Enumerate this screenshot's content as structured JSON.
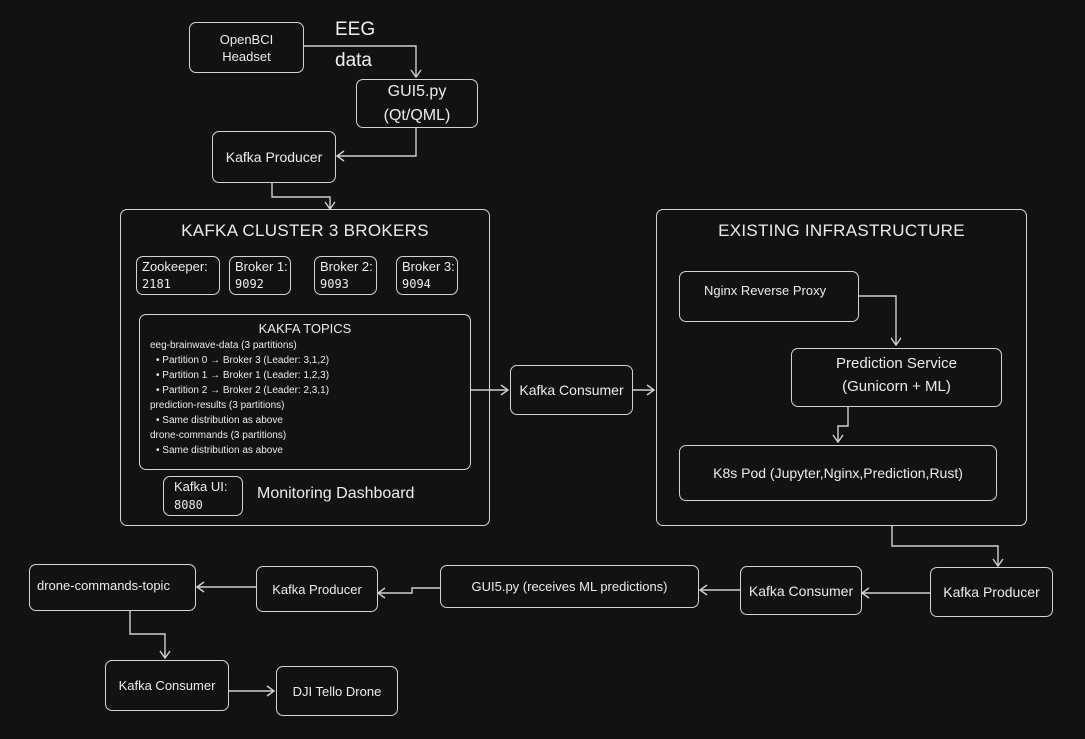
{
  "nodes": {
    "openbci": "OpenBCI\nHeadset",
    "eeg_label_1": "EEG",
    "eeg_label_2": "data",
    "gui_top": "GUI5.py\n(Qt/QML)",
    "producer_top": "Kafka Producer",
    "consumer_mid": "Kafka Consumer",
    "producer_right": "Kafka Producer",
    "consumer_bottom": "Kafka Consumer",
    "gui_bottom": "GUI5.py (receives ML predictions)",
    "producer_bottom": "Kafka Producer",
    "drone_topic": "drone-commands-topic",
    "consumer_final": "Kafka Consumer",
    "drone": "DJI Tello Drone"
  },
  "kafka_cluster": {
    "title": "KAFKA CLUSTER 3 BROKERS",
    "zookeeper": {
      "name": "Zookeeper:",
      "port": "2181"
    },
    "brokers": [
      {
        "name": "Broker 1:",
        "port": "9092"
      },
      {
        "name": "Broker 2:",
        "port": "9093"
      },
      {
        "name": "Broker 3:",
        "port": "9094"
      }
    ],
    "topics_title": "KAKFA TOPICS",
    "topic_lines": [
      "eeg-brainwave-data (3 partitions)",
      "• Partition 0 → Broker 3 (Leader: 3,1,2)",
      "• Partition 1 → Broker 1 (Leader: 1,2,3)",
      "• Partition 2 → Broker 2 (Leader: 2,3,1)",
      "prediction-results (3 partitions)",
      "• Same distribution as above",
      "drone-commands (3 partitions)",
      "• Same distribution as above"
    ],
    "kafka_ui": {
      "name": "Kafka UI:",
      "port": "8080"
    },
    "monitoring": "Monitoring Dashboard"
  },
  "infrastructure": {
    "title": "EXISTING INFRASTRUCTURE",
    "nginx": "Nginx Reverse Proxy",
    "prediction_1": "Prediction Service",
    "prediction_2": "(Gunicorn + ML)",
    "k8s": "K8s Pod (Jupyter,Nginx,Prediction,Rust)"
  }
}
